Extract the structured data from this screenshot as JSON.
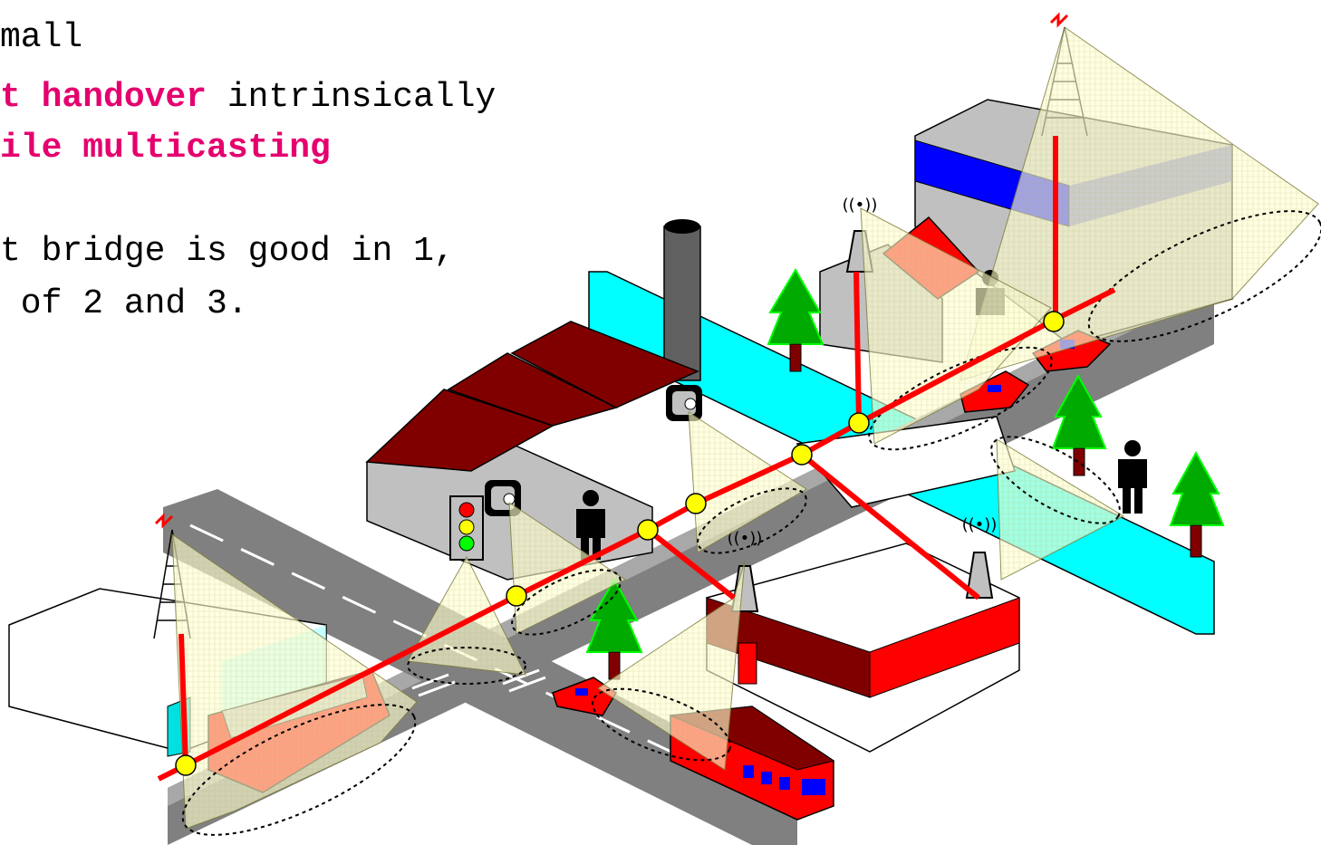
{
  "text_block": {
    "line1": "mall",
    "line2_strong": "t handover",
    "line2_rest": " intrinsically",
    "line3_strong": "ile multicasting",
    "line4": "t bridge is good in 1,",
    "line5": " of 2 and 3."
  },
  "colors": {
    "highlight_text": "#e5006e",
    "backbone_link": "#ff0000",
    "coverage_cone": "#ffffc0",
    "node": "#ffff00",
    "road": "#808080",
    "river": "#00ffff",
    "factory_roof": "#800000",
    "tree": "#00aa00"
  },
  "icons": [
    "radio-tower-icon",
    "access-point-antenna-icon",
    "camera-icon",
    "traffic-light-icon",
    "person-icon",
    "tree-icon",
    "car-icon",
    "bus-icon",
    "chimney-icon"
  ]
}
